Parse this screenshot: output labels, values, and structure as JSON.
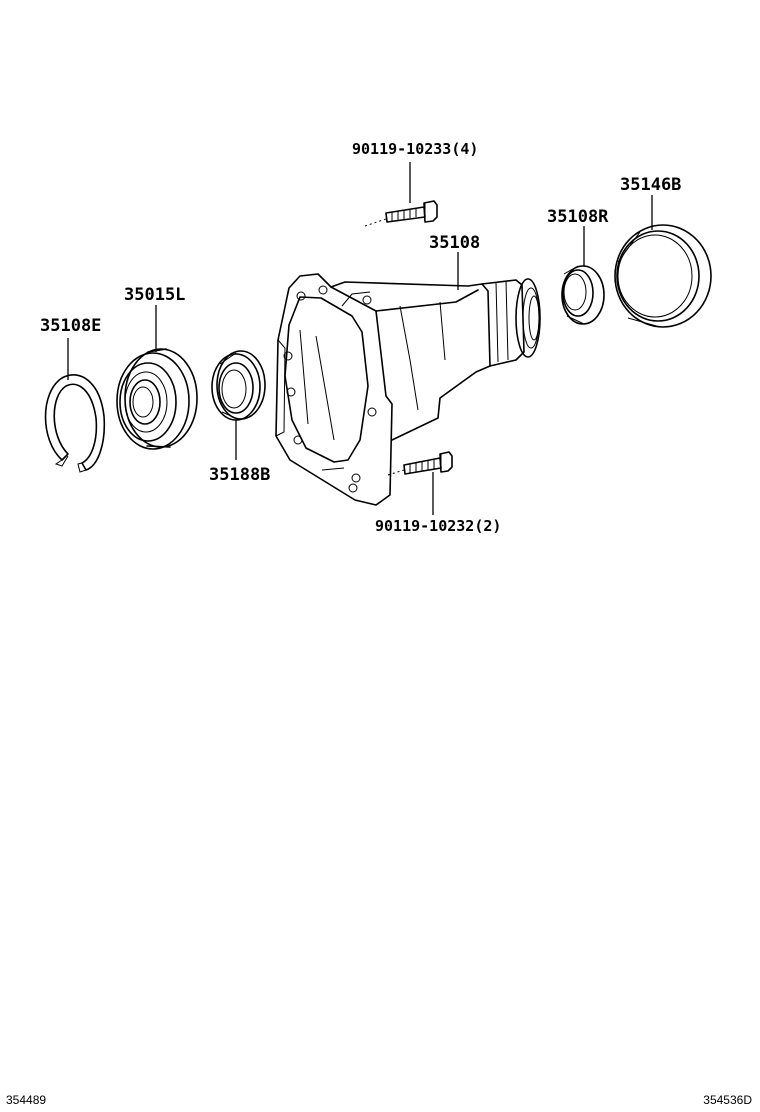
{
  "labels": {
    "bolt_top": "90119-10233(4)",
    "bolt_bottom": "90119-10232(2)",
    "housing": "35108",
    "bushing": "35146B",
    "seal_right": "35108R",
    "bearing": "35015L",
    "snap_ring": "35108E",
    "seal_left": "35188B"
  },
  "footer": {
    "left_code": "354489",
    "right_code": "354536D"
  }
}
